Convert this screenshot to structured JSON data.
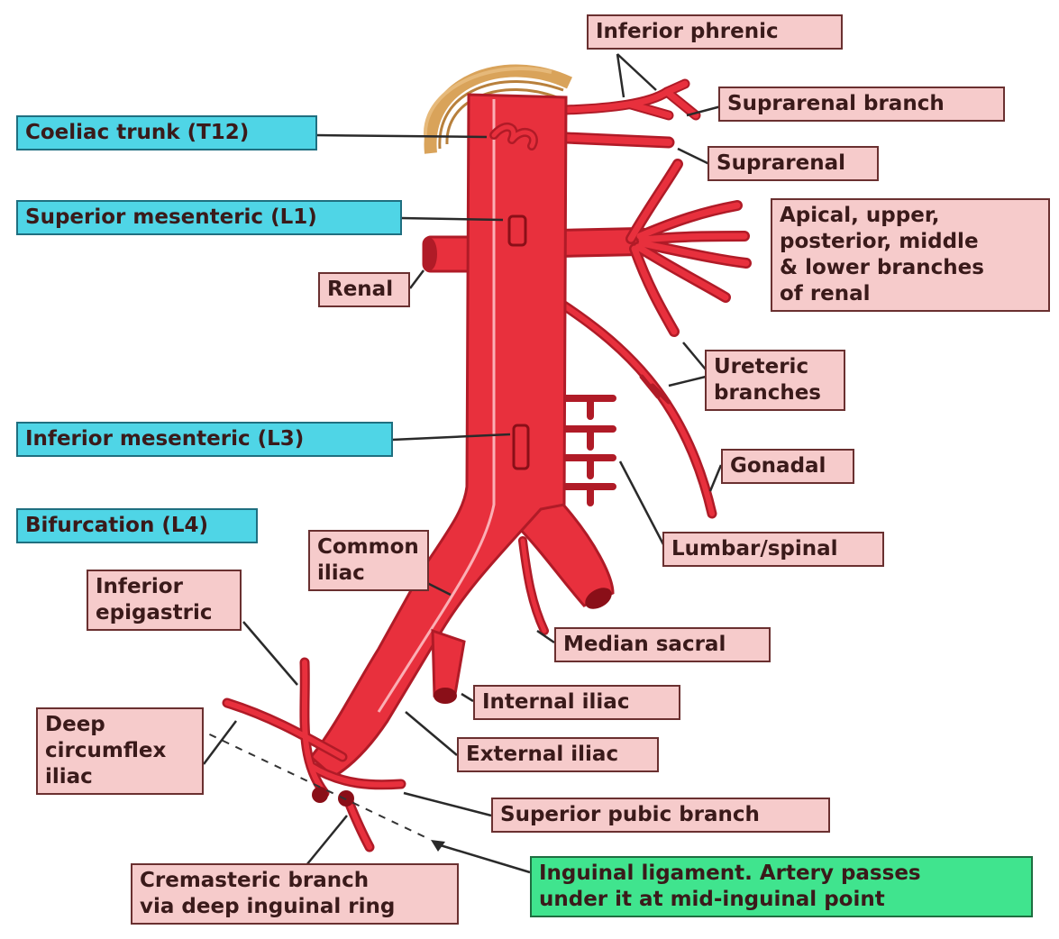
{
  "colors": {
    "artery": "#e8303d",
    "artery_dark": "#b01b27",
    "label_pink": "#f6cbcb",
    "label_cyan": "#4fd5e6",
    "label_green": "#40e48e",
    "leader": "#2a2a2a",
    "diaphragm": "#d9a35a"
  },
  "labels": {
    "inferior_phrenic": "Inferior phrenic",
    "suprarenal_branch": "Suprarenal branch",
    "suprarenal": "Suprarenal",
    "coeliac_trunk": "Coeliac trunk (T12)",
    "superior_mesenteric": "Superior mesenteric (L1)",
    "renal_branches": "Apical, upper,\nposterior, middle\n& lower branches\nof renal",
    "renal": "Renal",
    "ureteric_branches": "Ureteric\nbranches",
    "inferior_mesenteric": "Inferior mesenteric (L3)",
    "gonadal": "Gonadal",
    "bifurcation": "Bifurcation (L4)",
    "common_iliac": "Common\niliac",
    "lumbar_spinal": "Lumbar/spinal",
    "inferior_epigastric": "Inferior\nepigastric",
    "median_sacral": "Median sacral",
    "internal_iliac": "Internal iliac",
    "deep_circumflex_iliac": "Deep\ncircumflex\niliac",
    "external_iliac": "External iliac",
    "superior_pubic_branch": "Superior pubic branch",
    "cremasteric_branch": "Cremasteric branch\nvia deep inguinal ring",
    "inguinal_ligament": "Inguinal ligament. Artery passes\nunder it at mid-inguinal point"
  }
}
